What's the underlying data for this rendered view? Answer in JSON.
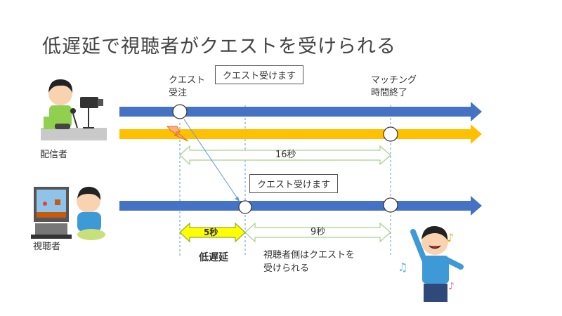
{
  "title": "低遅延で視聴者がクエストを受けられる",
  "labels": {
    "streamer": "配信者",
    "viewer": "視聴者",
    "quest_accept_line1": "クエスト",
    "quest_accept_line2": "受注",
    "matching_end_line1": "マッチング",
    "matching_end_line2": "時間終了",
    "box_top": "クエスト受けます",
    "box_mid": "クエスト受けます",
    "sec16": "16秒",
    "sec5": "5秒",
    "sec9": "9秒",
    "low_latency": "低遅延",
    "viewer_side_line1": "視聴者側はクエストを",
    "viewer_side_line2": "受けられる"
  },
  "colors": {
    "blue_arrow": "#4472c4",
    "orange_arrow": "#ffc000",
    "green_outline": "#a9d08e",
    "yellow_fill": "#ffff00",
    "dashed_line": "#5b9bd5"
  }
}
